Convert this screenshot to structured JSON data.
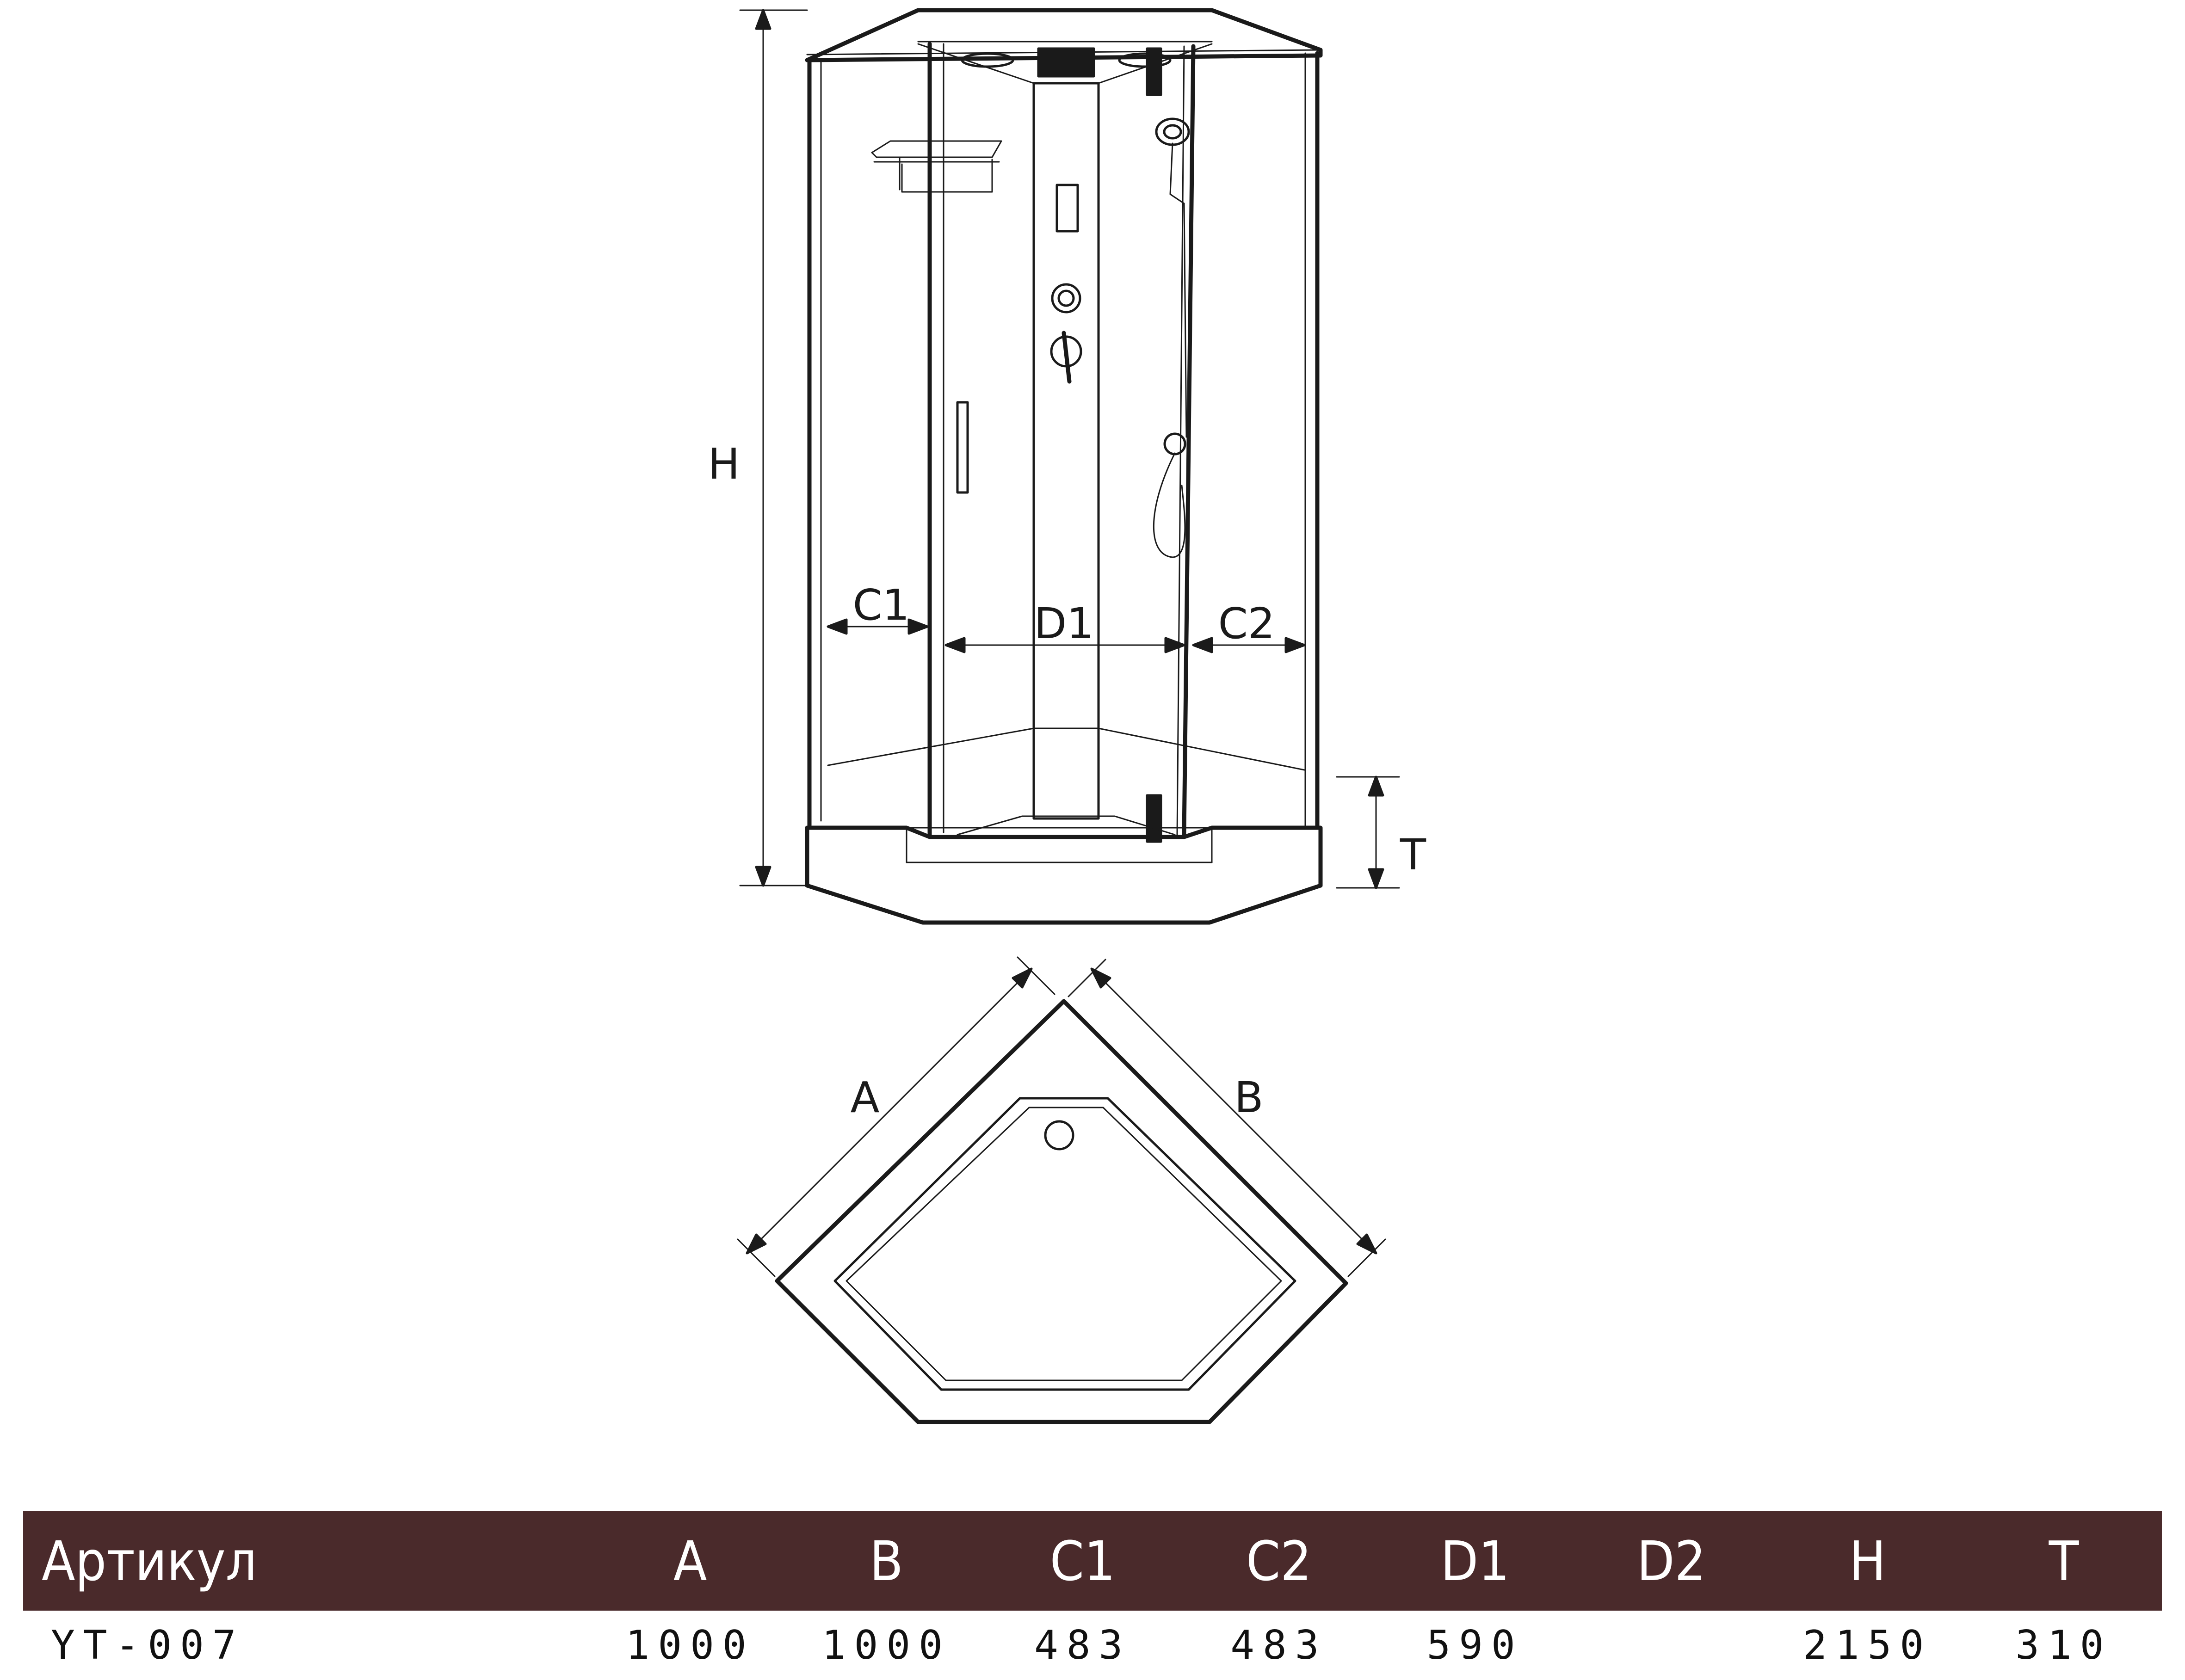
{
  "dimension_labels": {
    "height": "H",
    "tray_height": "T",
    "side_left": "C1",
    "door_width": "D1",
    "side_right": "C2",
    "depth_a": "A",
    "depth_b": "B"
  },
  "colors": {
    "line": "#1a1a1a",
    "table_header_bg": "#4a2a2b",
    "table_header_text": "#ffffff"
  },
  "spec_table": {
    "headers": [
      "Артикул",
      "A",
      "B",
      "C1",
      "C2",
      "D1",
      "D2",
      "H",
      "T"
    ],
    "rows": [
      [
        "YT-007",
        "1000",
        "1000",
        "483",
        "483",
        "590",
        "",
        "2150",
        "310"
      ]
    ]
  }
}
